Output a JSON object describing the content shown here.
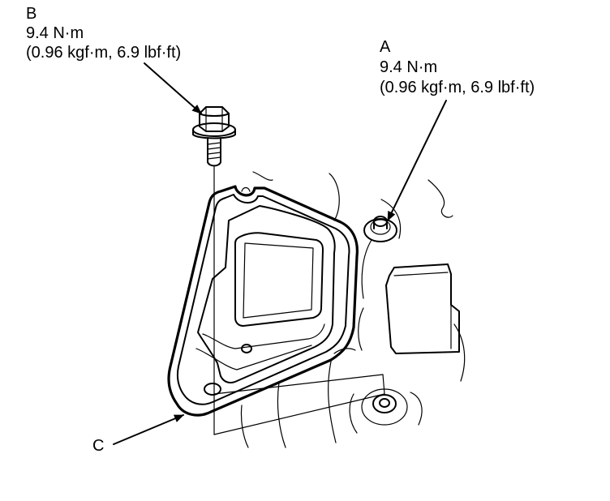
{
  "labels": {
    "a": {
      "letter": "A",
      "torque_nm": "9.4 N·m",
      "torque_alt": "(0.96 kgf·m, 6.9 lbf·ft)"
    },
    "b": {
      "letter": "B",
      "torque_nm": "9.4 N·m",
      "torque_alt": "(0.96 kgf·m, 6.9 lbf·ft)"
    },
    "c": {
      "letter": "C"
    }
  }
}
